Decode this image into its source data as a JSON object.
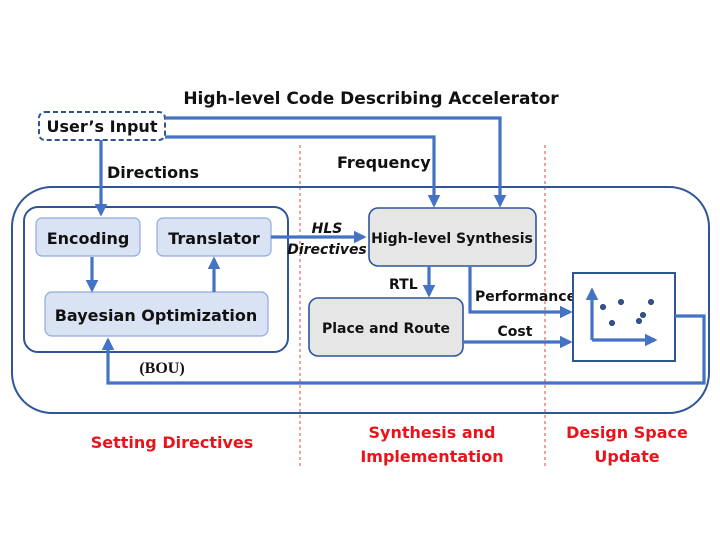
{
  "title": "High-level Code Describing Accelerator",
  "user_input": "User’s Input",
  "edge_labels": {
    "directions": "Directions",
    "frequency": "Frequency",
    "hls_directives_line1": "HLS",
    "hls_directives_line2": "Directives",
    "rtl": "RTL",
    "performance": "Performance",
    "cost": "Cost",
    "bou": "(BOU)"
  },
  "boxes": {
    "encoding": "Encoding",
    "translator": "Translator",
    "bayesian_optimization": "Bayesian Optimization",
    "high_level_synthesis": "High-level Synthesis",
    "place_and_route": "Place and Route"
  },
  "sections": {
    "setting_directives": "Setting Directives",
    "synthesis_line1": "Synthesis and",
    "synthesis_line2": "Implementation",
    "design_space_line1": "Design Space",
    "design_space_line2": "Update"
  },
  "colors": {
    "arrow": "#4472c4",
    "outer_border": "#2f5597",
    "light_box": "#dae3f3",
    "gray_box": "#e7e6e6",
    "section_label": "#e8141b"
  }
}
